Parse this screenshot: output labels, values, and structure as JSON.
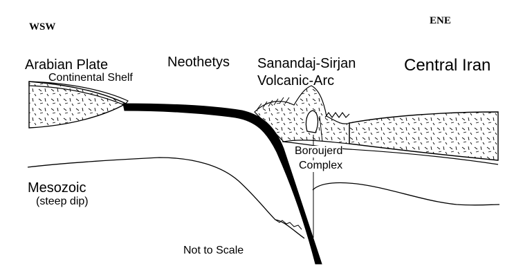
{
  "orientation": {
    "left": "WSW",
    "right": "ENE"
  },
  "labels": {
    "arabian_plate": "Arabian Plate",
    "continental_shelf": "Continental Shelf",
    "neothetys": "Neothetys",
    "sanandaj_line1": "Sanandaj-Sirjan",
    "sanandaj_line2": "Volcanic-Arc",
    "central_iran": "Central Iran",
    "boroujerd_line1": "Boroujerd",
    "boroujerd_line2": "Complex",
    "mesozoic": "Mesozoic",
    "steep_dip": "(steep dip)",
    "scale_note": "Not to Scale"
  },
  "colors": {
    "ink": "#000000",
    "background": "#ffffff"
  }
}
